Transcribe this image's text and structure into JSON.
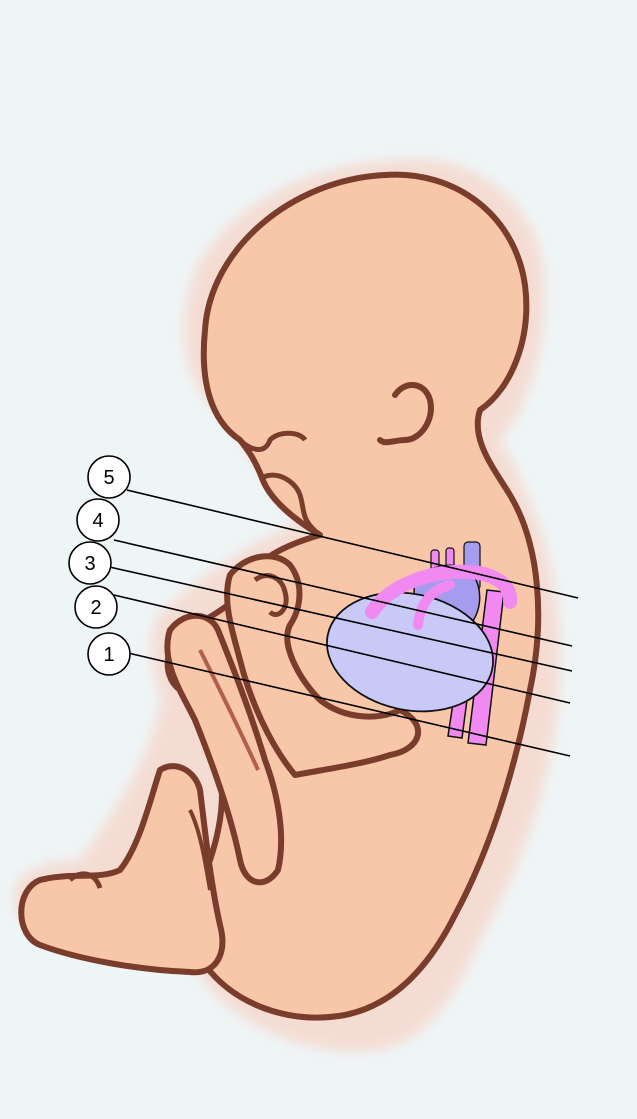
{
  "labels": [
    {
      "id": "1",
      "text": "1"
    },
    {
      "id": "2",
      "text": "2"
    },
    {
      "id": "3",
      "text": "3"
    },
    {
      "id": "4",
      "text": "4"
    },
    {
      "id": "5",
      "text": "5"
    }
  ],
  "colors": {
    "background": "#eef5f6",
    "skin": "#f8c6a8",
    "skin_outline": "#7a3d2b",
    "halo": "#f5dad0",
    "heart": "#c9c9f7",
    "heart_outline": "#111111",
    "vessel_pink": "#f18af0",
    "vessel_purple": "#a59cf0",
    "leader": "#000000"
  }
}
